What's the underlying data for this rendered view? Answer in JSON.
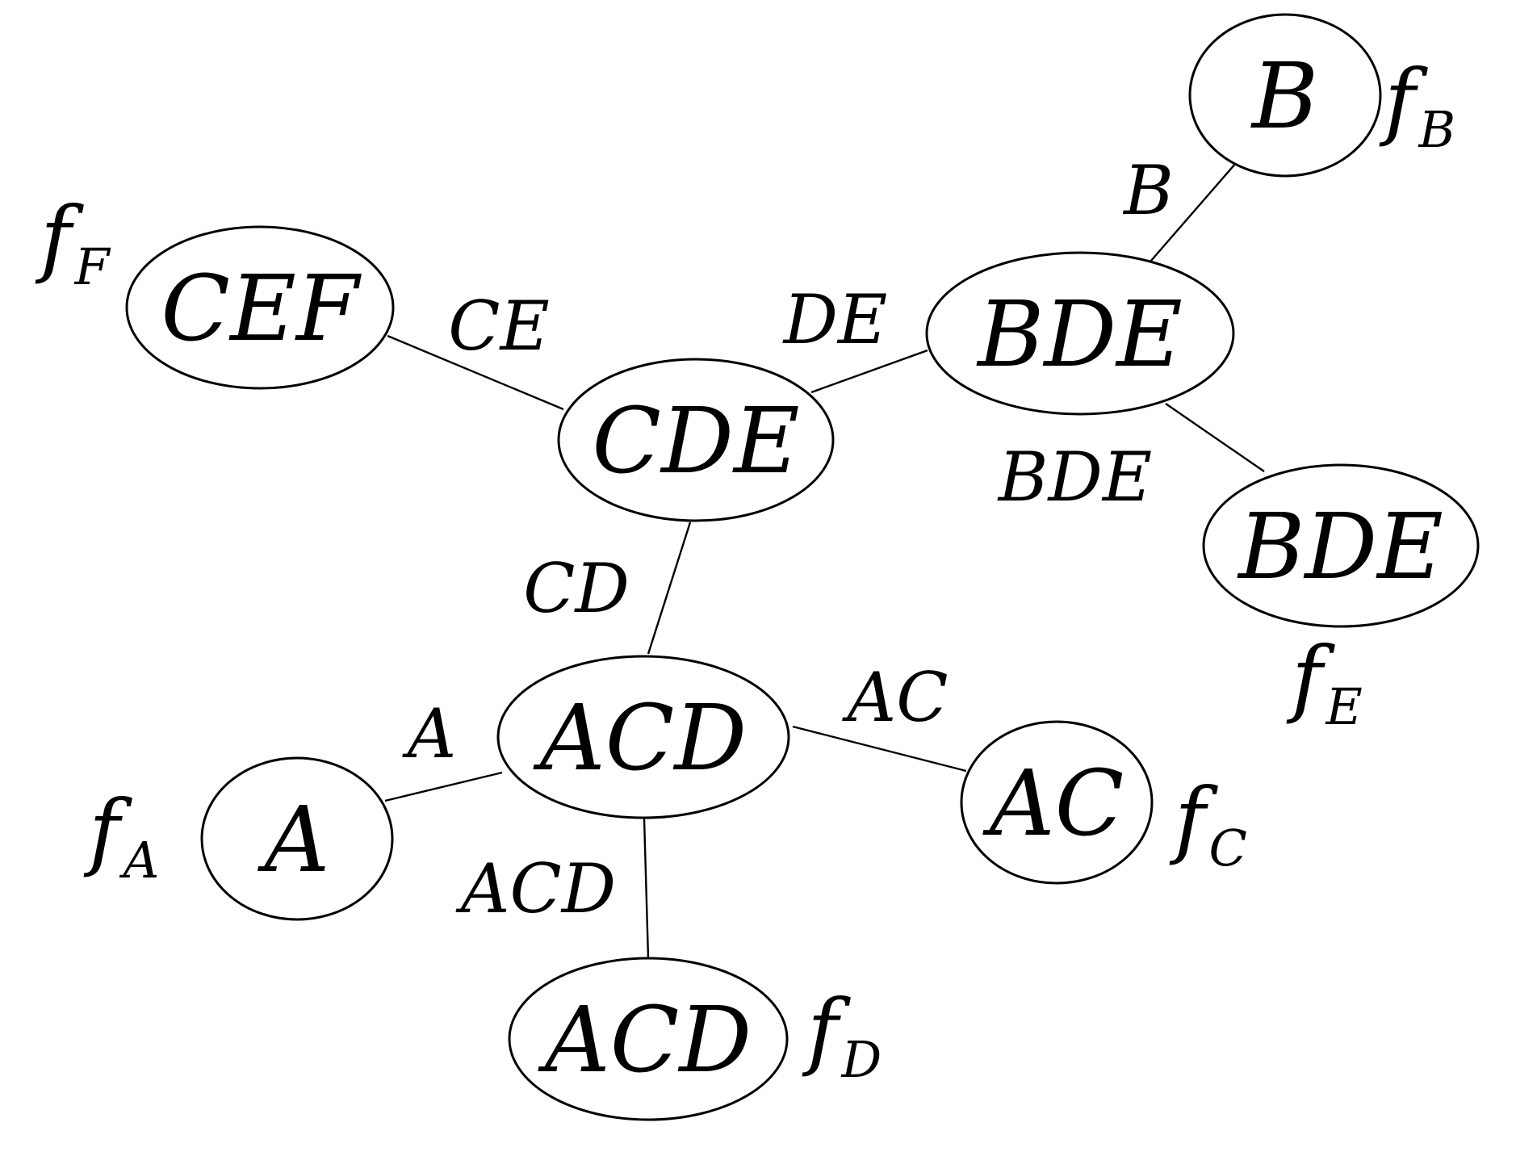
{
  "diagram": {
    "nodes": {
      "cef": "CEF",
      "cde": "CDE",
      "bde": "BDE",
      "b": "B",
      "bde_leaf": "BDE",
      "acd": "ACD",
      "a": "A",
      "ac": "AC",
      "acd_leaf": "ACD"
    },
    "separators": {
      "cef_cde": "CE",
      "cde_bde": "DE",
      "bde_b": "B",
      "bde_bde_leaf": "BDE",
      "cde_acd": "CD",
      "acd_a": "A",
      "acd_ac": "AC",
      "acd_acd_leaf": "ACD"
    },
    "factors": {
      "f": "f",
      "f_sub": "F",
      "b": "f",
      "b_sub": "B",
      "e": "f",
      "e_sub": "E",
      "c": "f",
      "c_sub": "C",
      "a": "f",
      "a_sub": "A",
      "d": "f",
      "d_sub": "D"
    }
  }
}
